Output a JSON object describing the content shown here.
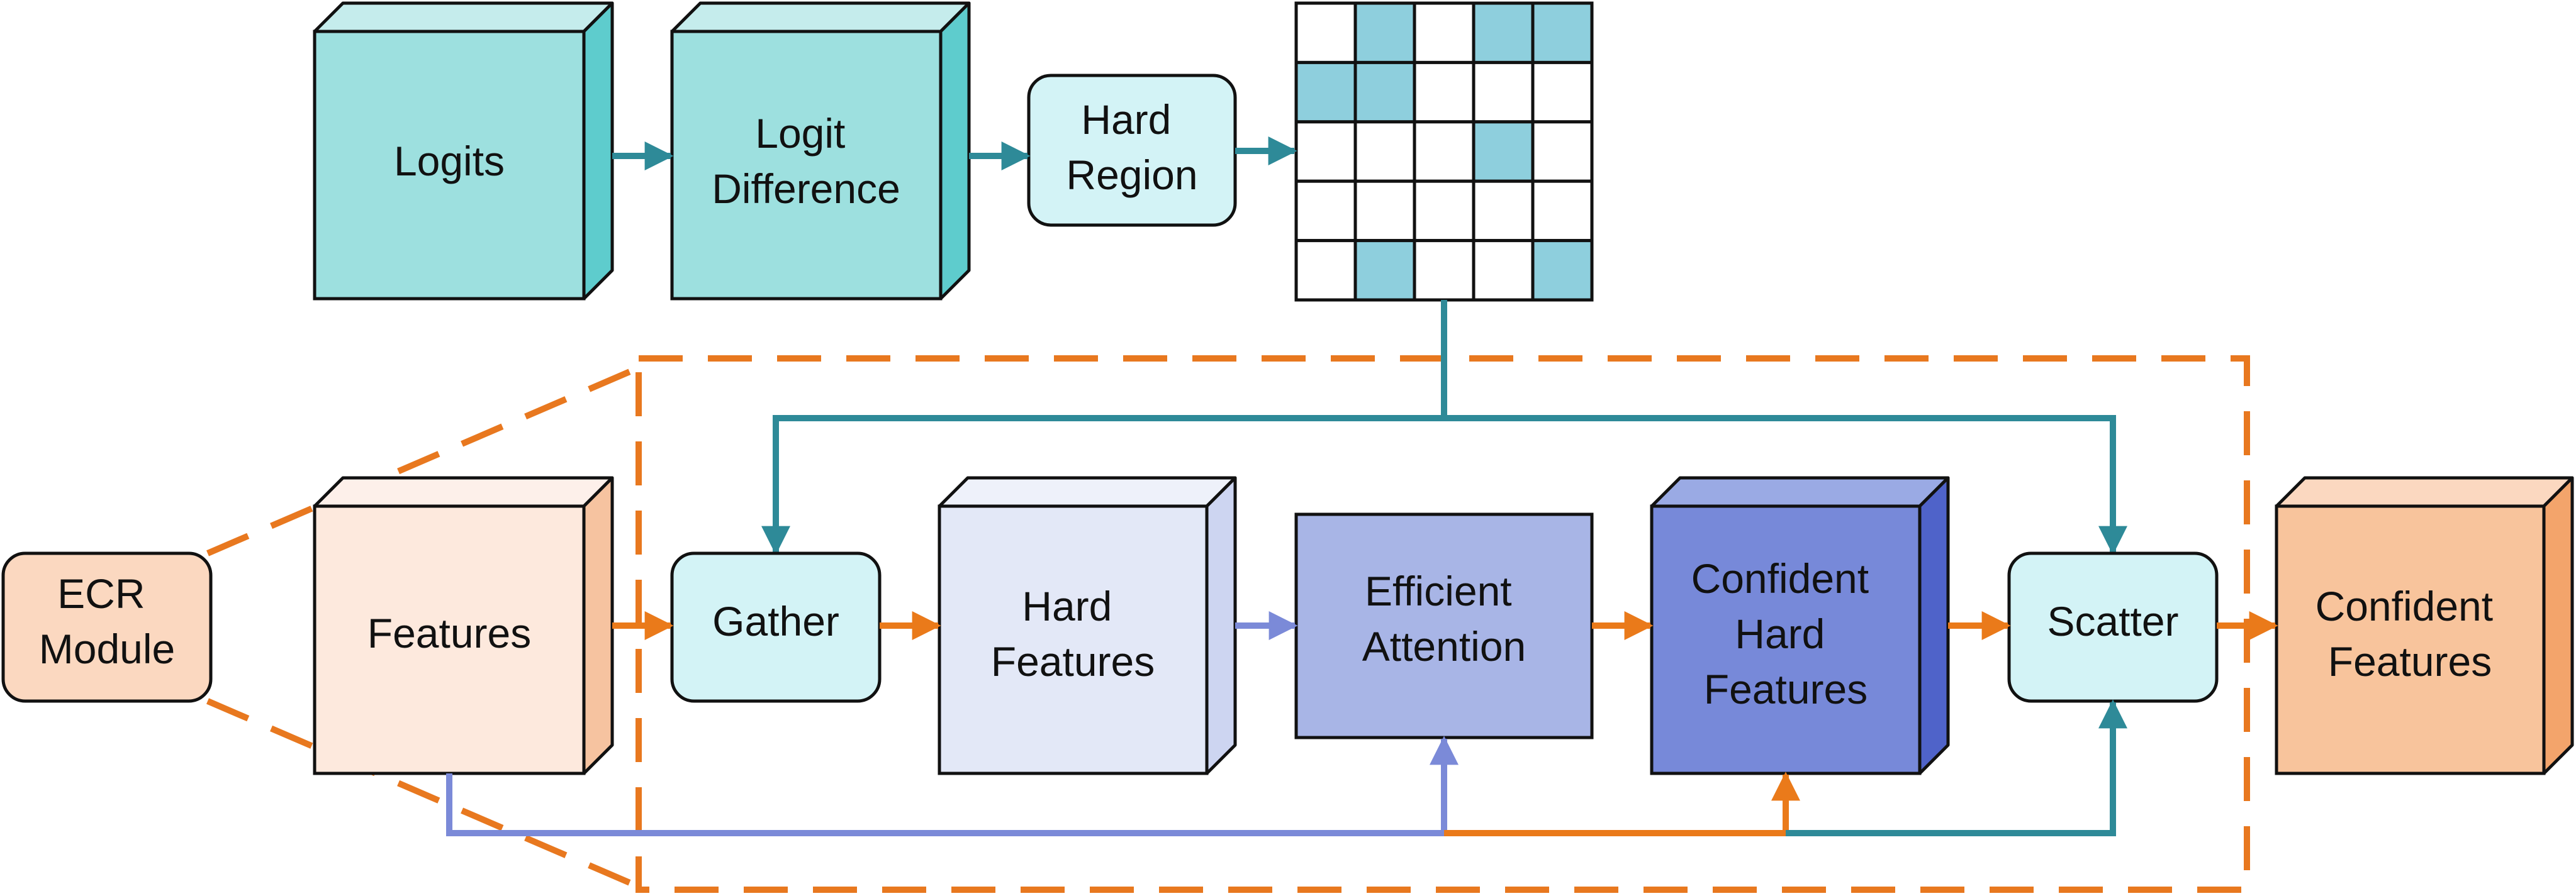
{
  "colors": {
    "teal_front": "#9de0df",
    "teal_top": "#c5ecec",
    "teal_side": "#5ecccd",
    "rounded_box": "#d3f3f6",
    "ecr_fill": "#fbd8c0",
    "features_front": "#fde9dd",
    "features_top": "#fdf0ea",
    "features_side": "#f6c3a0",
    "hard_front": "#e3e8f7",
    "hard_top": "#eef1fa",
    "hard_side": "#cdd5f1",
    "attention_fill": "#a8b5e6",
    "conf_hard_front": "#7789d9",
    "conf_hard_top": "#9aaae4",
    "conf_hard_side": "#4f63c9",
    "conf_front": "#f8c49c",
    "conf_top": "#fbd8c0",
    "conf_side": "#f3a46b",
    "grid_highlight": "#8ecfdd",
    "teal_arrow": "#2e8a98",
    "orange_arrow": "#ea7a1a",
    "purple_arrow": "#7b8ad8",
    "dashed_border": "#e8781f"
  },
  "nodes": {
    "logits": [
      "Logits"
    ],
    "logit_difference": [
      "Logit",
      "Difference"
    ],
    "hard_region": [
      "Hard",
      "Region"
    ],
    "ecr_module": [
      "ECR",
      "Module"
    ],
    "features": [
      "Features"
    ],
    "gather": [
      "Gather"
    ],
    "hard_features": [
      "Hard",
      "Features"
    ],
    "efficient_attention": [
      "Efficient",
      "Attention"
    ],
    "confident_hard_features": [
      "Confident",
      "Hard",
      "Features"
    ],
    "scatter": [
      "Scatter"
    ],
    "confident_features": [
      "Confident",
      "Features"
    ]
  },
  "hard_region_grid": [
    [
      0,
      1,
      0,
      1,
      1
    ],
    [
      1,
      1,
      0,
      0,
      0
    ],
    [
      0,
      0,
      0,
      1,
      0
    ],
    [
      0,
      0,
      0,
      0,
      0
    ],
    [
      0,
      1,
      0,
      0,
      1
    ]
  ]
}
